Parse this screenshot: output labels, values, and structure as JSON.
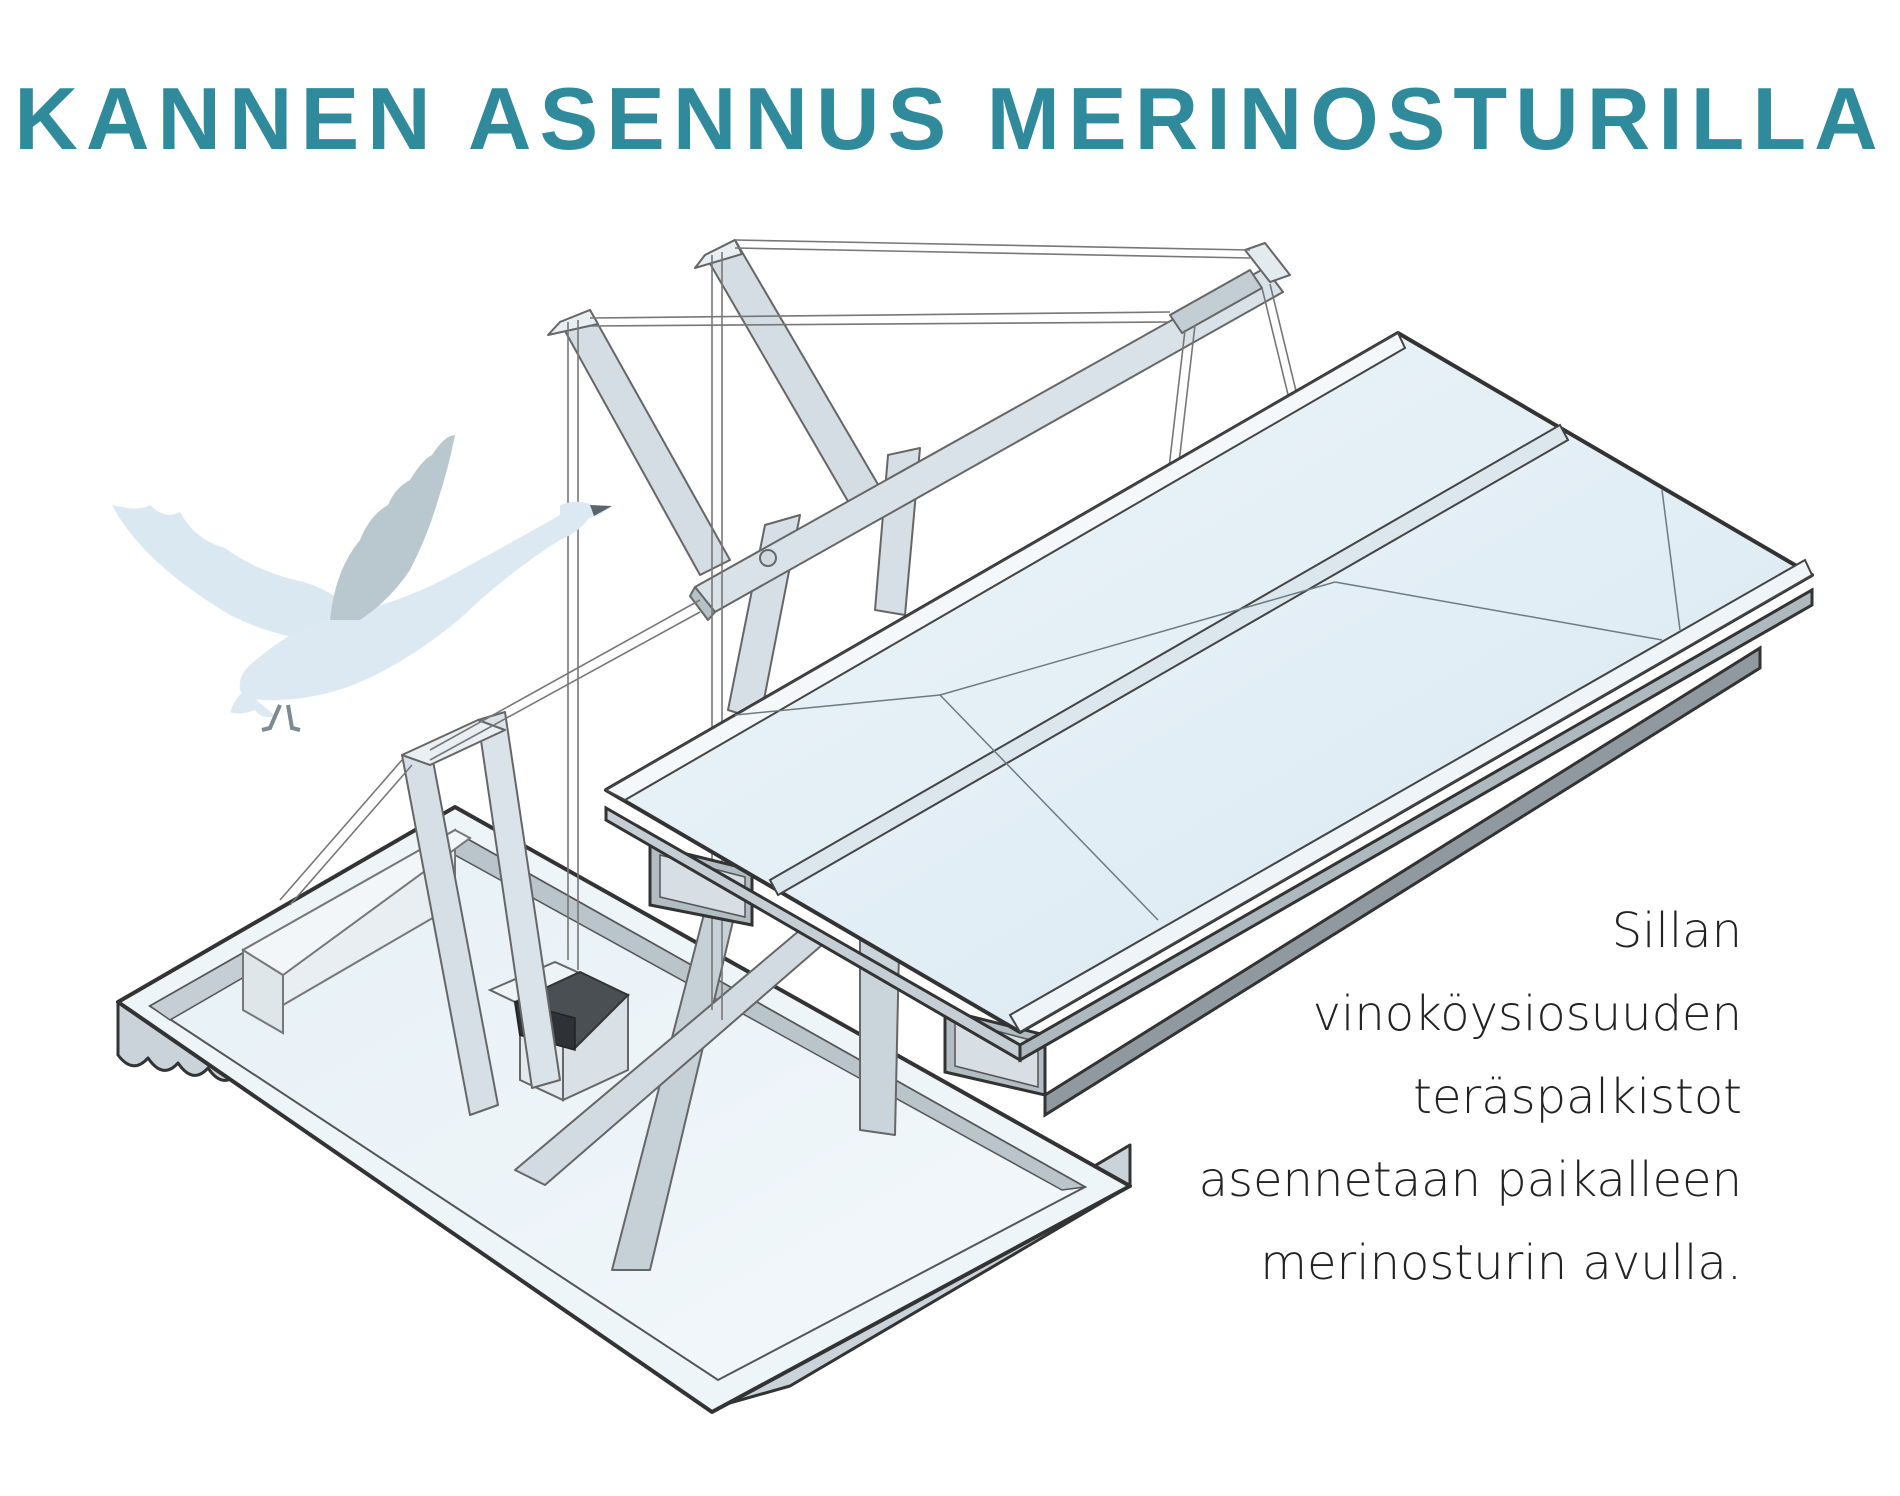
{
  "title": "KANNEN ASENNUS MERINOSTURILLA",
  "caption": {
    "lines": [
      "Sillan",
      "vinoköysiosuuden",
      "teräspalkistot",
      "asennetaan paikalleen",
      "merinosturin avulla."
    ]
  },
  "colors": {
    "title": "#2f8a9c",
    "text": "#222222",
    "outline": "#333333",
    "deck_fill": "#e4eff6",
    "steel": "#cdd6dc",
    "swan": "#dceaf3"
  }
}
